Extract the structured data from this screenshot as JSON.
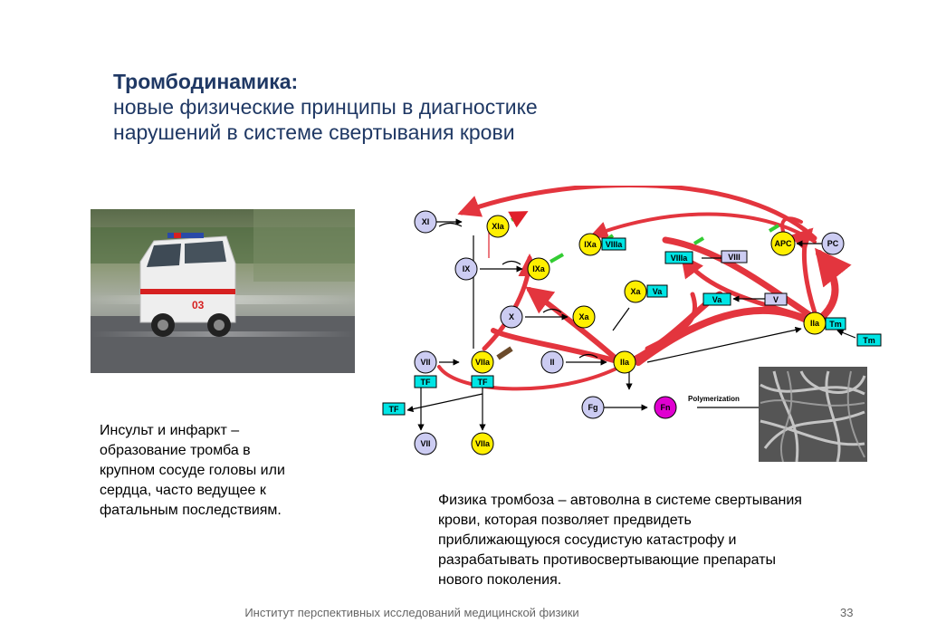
{
  "title": {
    "main": "Тромбодинамика:",
    "sub_line1": "новые физические принципы в диагностике",
    "sub_line2": "нарушений в системе свертывания крови"
  },
  "left_caption": [
    "Инсульт и инфаркт –",
    "образование тромба в",
    "крупном сосуде головы или",
    "сердца, часто ведущее к",
    "фатальным последствиям."
  ],
  "right_caption": [
    "Физика тромбоза – автоволна в системе свертывания",
    "крови, которая позволяет предвидеть",
    "приближающуюся сосудистую катастрофу и",
    "разрабатывать противосвертывающие препараты",
    "нового поколения."
  ],
  "photo": {
    "plate_number": "03"
  },
  "diagram": {
    "nodes": {
      "XI": "XI",
      "XIa": "XIa",
      "IX": "IX",
      "IXa": "IXa",
      "IXa2": "IXa",
      "VIIIa": "VIIIa",
      "VIIIa2": "VIIIa",
      "VIII": "VIII",
      "APC": "APC",
      "PC": "PC",
      "X": "X",
      "Xa": "Xa",
      "Xa2": "Xa",
      "Va": "Va",
      "Va2": "Va",
      "V": "V",
      "VII": "VII",
      "VIIa": "VIIa",
      "TF1": "TF",
      "TF2": "TF",
      "TF3": "TF",
      "II": "II",
      "IIa": "IIa",
      "IIa2": "IIa",
      "Tm": "Tm",
      "Tm2": "Tm",
      "VII2": "VII",
      "VIIa2": "VIIa",
      "Fg": "Fg",
      "Fn": "Fn"
    },
    "polymerization_label": "Polymerization"
  },
  "footer": {
    "text": "Институт перспективных исследований медицинской физики",
    "page": "33"
  },
  "colors": {
    "title": "#1f3864",
    "node_yellow": "#ffef00",
    "node_lavender": "#ccccf2",
    "node_cyan": "#00e5e5",
    "node_magenta": "#e000d0",
    "arrow_red": "#e0202a",
    "arrow_green": "#33cc33"
  }
}
